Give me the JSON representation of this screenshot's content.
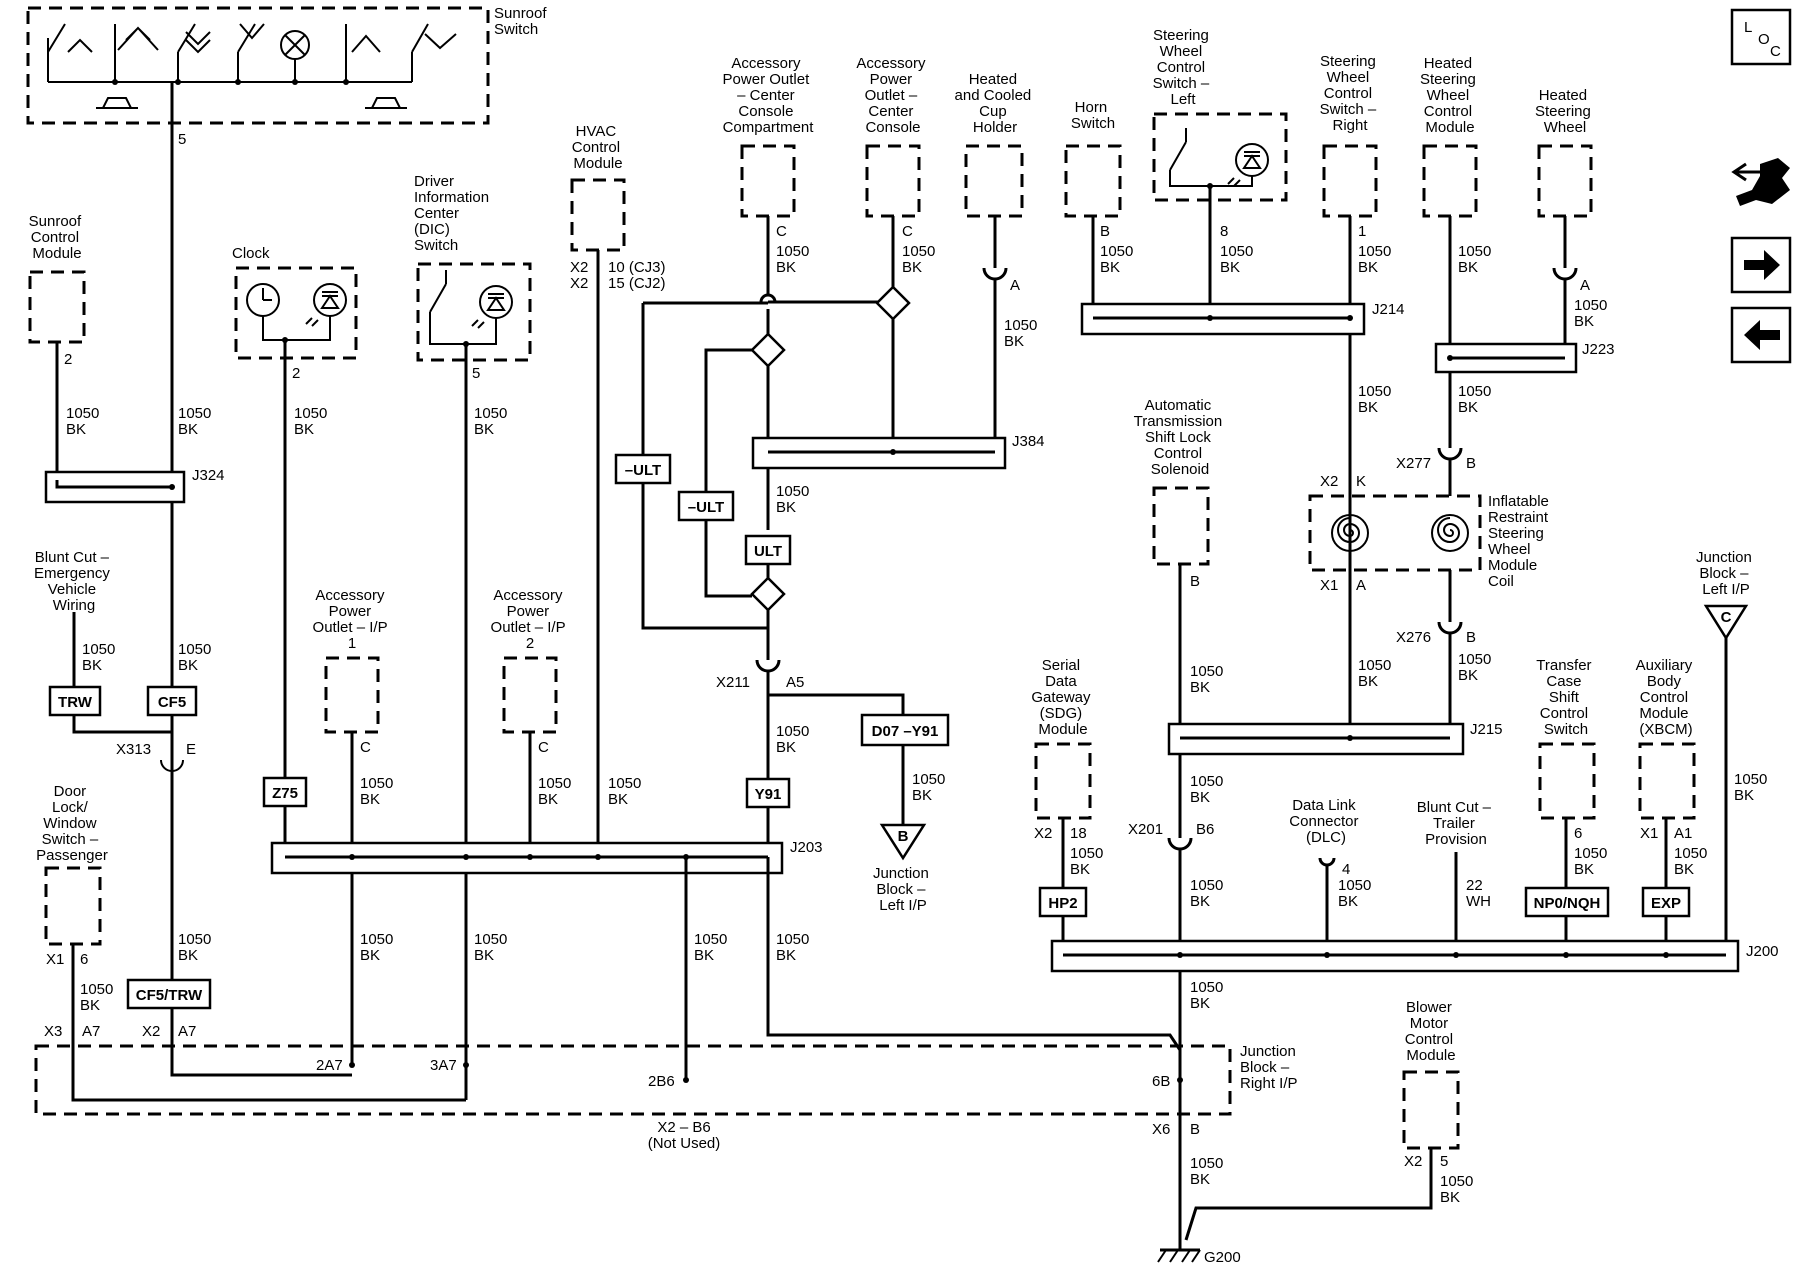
{
  "components": {
    "sunroof_switch": [
      "Sunroof",
      "Switch"
    ],
    "sunroof_control_module": [
      "Sunroof",
      "Control",
      "Module"
    ],
    "clock": [
      "Clock"
    ],
    "dic_switch": [
      "Driver",
      "Information",
      "Center",
      "(DIC)",
      "Switch"
    ],
    "hvac": [
      "HVAC",
      "Control",
      "Module"
    ],
    "apo_center_console_compartment": [
      "Accessory",
      "Power Outlet",
      "– Center",
      "Console",
      "Compartment"
    ],
    "apo_center_console": [
      "Accessory",
      "Power",
      "Outlet –",
      "Center",
      "Console"
    ],
    "cup_holder": [
      "Heated",
      "and Cooled",
      "Cup",
      "Holder"
    ],
    "horn": [
      "Horn",
      "Switch"
    ],
    "sw_control_left": [
      "Steering",
      "Wheel",
      "Control",
      "Switch –",
      "Left"
    ],
    "sw_control_right": [
      "Steering",
      "Wheel",
      "Control",
      "Switch –",
      "Right"
    ],
    "heated_sw_module": [
      "Heated",
      "Steering",
      "Wheel",
      "Control",
      "Module"
    ],
    "heated_sw": [
      "Heated",
      "Steering",
      "Wheel"
    ],
    "shift_lock": [
      "Automatic",
      "Transmission",
      "Shift Lock",
      "Control",
      "Solenoid"
    ],
    "inflatable_coil": [
      "Inflatable",
      "Restraint",
      "Steering",
      "Wheel",
      "Module",
      "Coil"
    ],
    "blunt_cut_emergency": [
      "Blunt Cut –",
      "Emergency",
      "Vehicle",
      "Wiring"
    ],
    "apo_ip_1": [
      "Accessory",
      "Power",
      "Outlet – I/P",
      "1"
    ],
    "apo_ip_2": [
      "Accessory",
      "Power",
      "Outlet – I/P",
      "2"
    ],
    "door_lock": [
      "Door",
      "Lock/",
      "Window",
      "Switch –",
      "Passenger"
    ],
    "junction_left_ip_bottom": [
      "Junction",
      "Block –",
      "Left I/P"
    ],
    "junction_left_ip_right": [
      "Junction",
      "Block –",
      "Left I/P"
    ],
    "sdg": [
      "Serial",
      "Data",
      "Gateway",
      "(SDG)",
      "Module"
    ],
    "dlc": [
      "Data Link",
      "Connector",
      "(DLC)"
    ],
    "blunt_cut_trailer": [
      "Blunt Cut –",
      "Trailer",
      "Provision"
    ],
    "transfer_case": [
      "Transfer",
      "Case",
      "Shift",
      "Control",
      "Switch"
    ],
    "xbcm": [
      "Auxiliary",
      "Body",
      "Control",
      "Module",
      "(XBCM)"
    ],
    "junction_right_ip": [
      "Junction",
      "Block –",
      "Right I/P"
    ],
    "blower": [
      "Blower",
      "Motor",
      "Control",
      "Module"
    ]
  },
  "splices": [
    "J324",
    "J384",
    "J214",
    "J223",
    "J215",
    "J203",
    "J200"
  ],
  "option_tags": {
    "trw": "TRW",
    "cf5": "CF5",
    "z75": "Z75",
    "y91": "Y91",
    "d07_y91": "D07 –Y91",
    "ult": "ULT",
    "neg_ult_1": "–ULT",
    "neg_ult_2": "–ULT",
    "cf5_trw": "CF5/TRW",
    "hp2": "HP2",
    "np0_nqh": "NP0/NQH",
    "exp": "EXP"
  },
  "connectors": {
    "x313": "X313",
    "x211": "X211",
    "x277": "X277",
    "x276": "X276",
    "x201": "X201",
    "x1": "X1",
    "x2": "X2",
    "x3": "X3",
    "x6": "X6",
    "g200": "G200"
  },
  "pins": {
    "p2": "2",
    "p5": "5",
    "p6": "6",
    "p8": "8",
    "p1": "1",
    "p4": "4",
    "p18": "18",
    "p22": "22",
    "a": "A",
    "b": "B",
    "c": "C",
    "e": "E",
    "k": "K",
    "a1": "A1",
    "a5": "A5",
    "a7": "A7",
    "b6": "B6",
    "2a7": "2A7",
    "3a7": "3A7",
    "2b6": "2B6",
    "6b": "6B",
    "hvac_x2_10": "10 (CJ3)",
    "hvac_x2_15": "15 (CJ2)",
    "x2_b6": "X2 – B6",
    "not_used": "(Not Used)"
  },
  "wire": {
    "gauge": "1050",
    "color": "BK",
    "trailer_gauge": "22",
    "trailer_color": "WH"
  },
  "nav": {
    "loc_l": "L",
    "loc_o": "O",
    "loc_c": "C",
    "wrench_icon": "wrench-icon",
    "next_icon": "arrow-right-icon",
    "prev_icon": "arrow-left-icon"
  }
}
